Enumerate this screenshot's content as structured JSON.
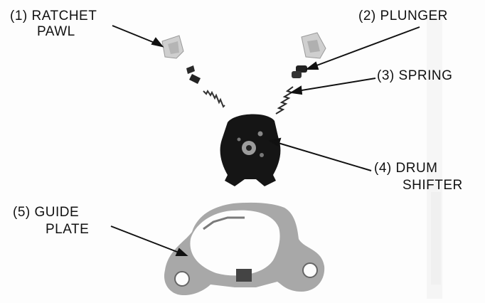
{
  "labels": {
    "ratchet_pawl": {
      "number": "(1)",
      "line1": "RATCHET",
      "line2": "PAWL"
    },
    "plunger": {
      "number": "(2)",
      "line1": "PLUNGER"
    },
    "spring": {
      "number": "(3)",
      "line1": "SPRING"
    },
    "drum_shifter": {
      "number": "(4)",
      "line1": "DRUM",
      "line2": "SHIFTER"
    },
    "guide_plate": {
      "number": "(5)",
      "line1": "GUIDE",
      "line2": "PLATE"
    }
  },
  "colors": {
    "ink": "#111111",
    "part_dark": "#1a1a1a",
    "part_gray": "#8a8a8a",
    "part_light": "#cfcfcf",
    "background": "#fdfdfd"
  }
}
